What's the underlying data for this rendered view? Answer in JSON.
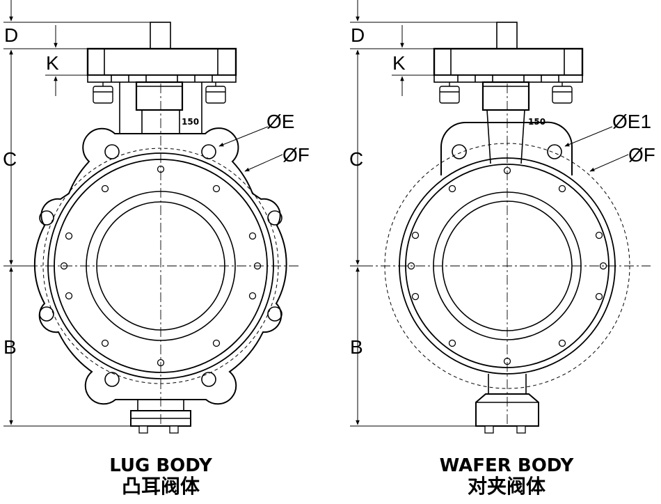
{
  "lug": {
    "title_en": "LUG BODY",
    "title_zh": "凸耳阀体",
    "dim_d": "D",
    "dim_k": "K",
    "dim_c": "C",
    "dim_b": "B",
    "dim_e": "ØE",
    "dim_f": "ØF",
    "rating": "150"
  },
  "wafer": {
    "title_en": "WAFER BODY",
    "title_zh": "对夹阀体",
    "dim_d": "D",
    "dim_k": "K",
    "dim_c": "C",
    "dim_b": "B",
    "dim_e": "ØE1",
    "dim_f": "ØF",
    "rating": "150"
  }
}
